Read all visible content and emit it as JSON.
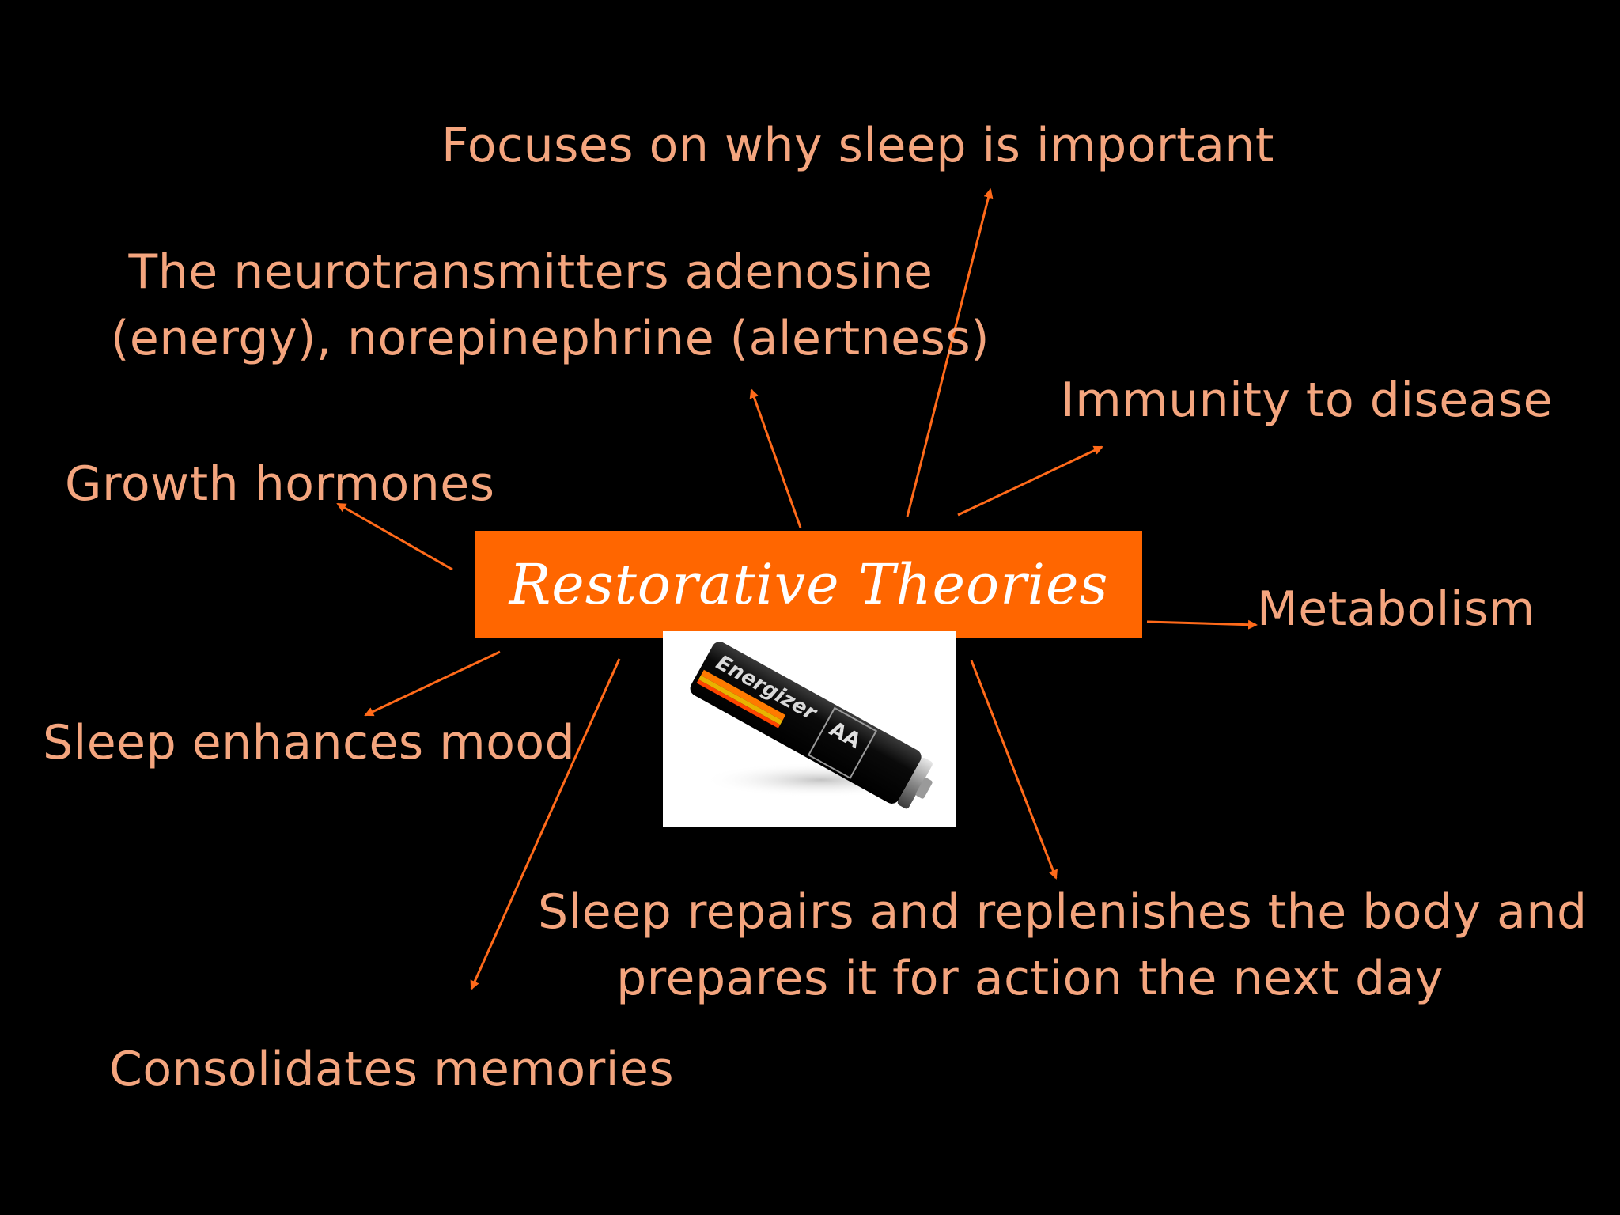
{
  "title": "Restorative Theories",
  "labels": {
    "focus": "Focuses on why sleep is important",
    "neuro_line1": "The neurotransmitters adenosine",
    "neuro_line2": "(energy), norepinephrine (alertness)",
    "immunity": "Immunity to disease",
    "growth": "Growth hormones",
    "metabolism": "Metabolism",
    "mood": "Sleep enhances mood",
    "repairs_line1": "Sleep repairs and replenishes the body and",
    "repairs_line2": "prepares it for action the next day",
    "memories": "Consolidates memories"
  },
  "image": {
    "subject": "battery-photo",
    "brand_text": "Energizer",
    "size_text": "AA"
  },
  "colors": {
    "background": "#000000",
    "label_text": "#f4a57e",
    "title_box": "#ff6600",
    "title_text": "#ffffff",
    "arrow": "#ff6a1a"
  }
}
